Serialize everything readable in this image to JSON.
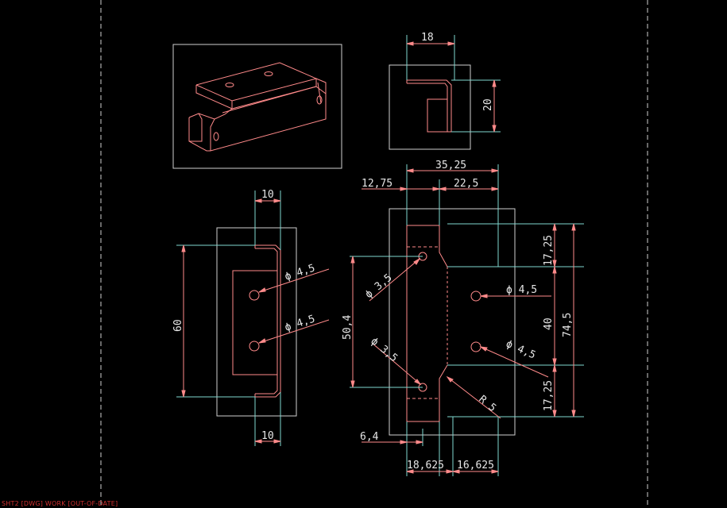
{
  "status_bar": {
    "text": "SHT2 [DWG] WORK [OUT-OF-DATE]"
  },
  "colors": {
    "background": "#000000",
    "geometry": "#ff8a8a",
    "frames": "#cfcfcf",
    "construction": "#7fd8d0",
    "dimensions": "#ff8a8a",
    "status": "#d03030"
  },
  "dimensions": {
    "top_view_width": "18",
    "top_view_height": "20",
    "side_view_top_width": "10",
    "side_view_height": "60",
    "side_view_hole_upper": "ϕ 4,5",
    "side_view_hole_lower": "ϕ 4,5",
    "side_view_bottom_width": "10",
    "front_total_width": "35,25",
    "front_left_width": "12,75",
    "front_right_width": "22,5",
    "front_top_height": "17,25",
    "front_hole_spacing": "40",
    "front_total_height": "74,5",
    "front_bottom_height": "17,25",
    "front_slot_hole_upper": "ϕ 3,5",
    "front_slot_hole_lower": "ϕ 3,5",
    "front_hole_right_upper": "ϕ 4,5",
    "front_hole_right_lower": "ϕ 4,5",
    "front_slot_spacing": "50,4",
    "front_radius": "R 5",
    "front_offset": "6,4",
    "front_bottom_left": "18,625",
    "front_bottom_right": "16,625"
  }
}
